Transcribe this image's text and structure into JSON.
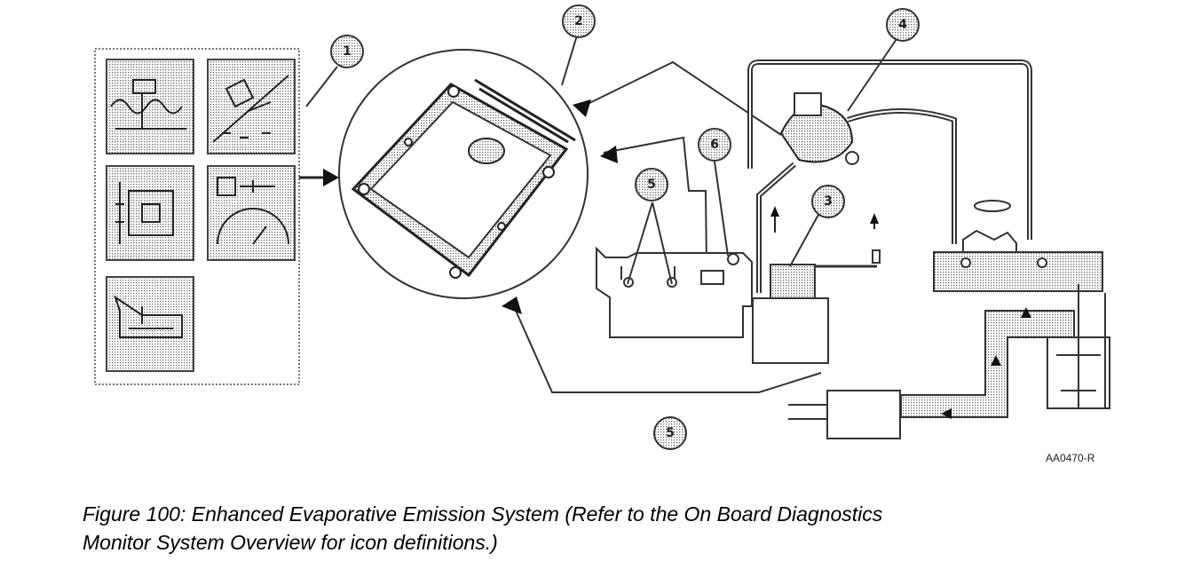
{
  "figure": {
    "caption_line1": "Figure 100: Enhanced Evaporative Emission System (Refer to the On Board Diagnostics",
    "caption_line2": "Monitor System Overview for icon definitions.)",
    "image_code": "AA0470-R"
  },
  "callouts": [
    "1",
    "2",
    "3",
    "4",
    "5",
    "5",
    "6"
  ],
  "icon_panel": {
    "icons": [
      "misfire-monitor-icon",
      "catalyst-monitor-icon",
      "evap-system-icon",
      "fuel-system-icon",
      "egr-system-icon"
    ]
  },
  "colors": {
    "line": "#333333",
    "stipple": "#8a8a8a",
    "background": "#ffffff"
  }
}
